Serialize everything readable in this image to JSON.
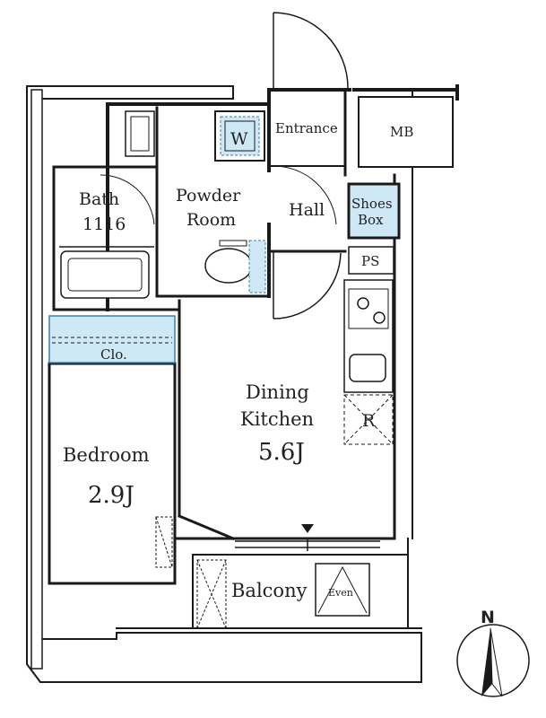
{
  "rooms": {
    "entrance": "Entrance",
    "mb": "MB",
    "powder_room_line1": "Powder",
    "powder_room_line2": "Room",
    "hall": "Hall",
    "shoes_box_line1": "Shoes",
    "shoes_box_line2": "Box",
    "bath_line1": "Bath",
    "bath_line2": "1116",
    "washer": "W",
    "ps": "PS",
    "closet": "Clo.",
    "dining_kitchen_line1": "Dining",
    "dining_kitchen_line2": "Kitchen",
    "dining_kitchen_area": "5.6J",
    "refrigerator": "R",
    "bedroom": "Bedroom",
    "bedroom_area": "2.9J",
    "balcony": "Balcony",
    "even": "Even"
  },
  "compass": {
    "north": "N"
  },
  "colors": {
    "wall": "#1a1a1a",
    "fixture_fill": "#cfe8f5",
    "fixture_stroke": "#3a7fb0",
    "outline": "#111111"
  }
}
